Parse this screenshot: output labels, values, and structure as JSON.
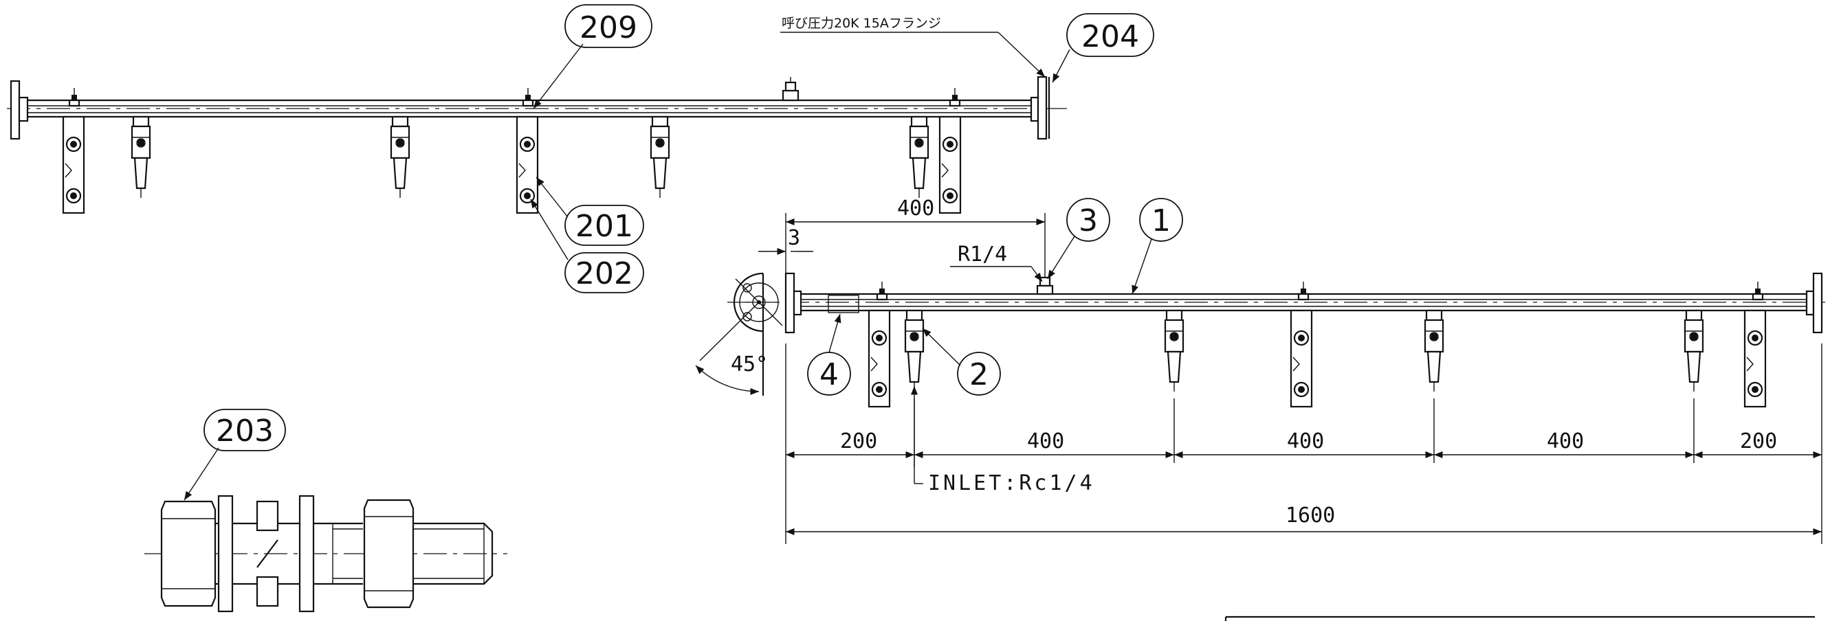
{
  "balloons": {
    "b209": "209",
    "b204": "204",
    "b201": "201",
    "b202": "202",
    "b203": "203",
    "b3": "3",
    "b1": "1",
    "b4": "4",
    "b2": "2"
  },
  "notes": {
    "flange": "呼び圧力20K 15Aフランジ",
    "r14": "R1/4",
    "inlet": "INLET:Rc1/4",
    "angle": "45°"
  },
  "dimensions": {
    "top_400": "400",
    "offset_3": "3",
    "seg1": "200",
    "seg2": "400",
    "seg3": "400",
    "seg4": "400",
    "seg5": "200",
    "total": "1600"
  }
}
